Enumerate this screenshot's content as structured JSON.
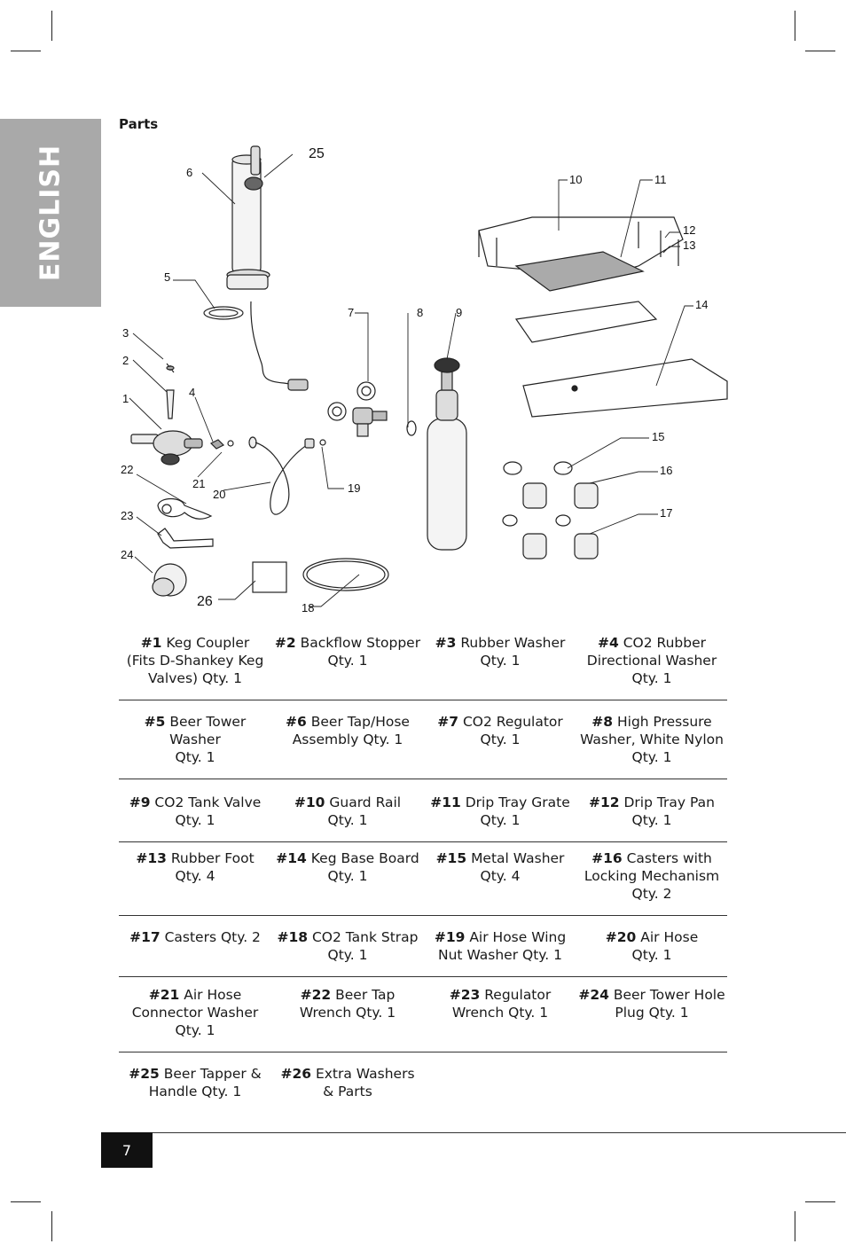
{
  "side_tab": "ENGLISH",
  "section_title": "Parts",
  "callouts": [
    "25",
    "6",
    "5",
    "3",
    "2",
    "1",
    "4",
    "7",
    "8",
    "9",
    "22",
    "21",
    "20",
    "19",
    "23",
    "24",
    "26",
    "18",
    "10",
    "11",
    "12",
    "13",
    "14",
    "15",
    "16",
    "17"
  ],
  "parts": [
    [
      {
        "num": "#1",
        "name": "Keg Coupler",
        "rest": "(Fits D-Shankey Keg Valves) Qty. 1"
      },
      {
        "num": "#2",
        "name": "Backflow Stopper",
        "rest": "Qty. 1"
      },
      {
        "num": "#3",
        "name": "Rubber Washer",
        "rest": "Qty. 1"
      },
      {
        "num": "#4",
        "name": "CO2 Rubber",
        "rest": "Directional Washer Qty. 1"
      }
    ],
    [
      {
        "num": "#5",
        "name": "Beer Tower Washer",
        "rest": "Qty. 1"
      },
      {
        "num": "#6",
        "name": "Beer Tap/Hose",
        "rest": "Assembly Qty. 1"
      },
      {
        "num": "#7",
        "name": "CO2 Regulator",
        "rest": "Qty. 1"
      },
      {
        "num": "#8",
        "name": "High Pressure",
        "rest": "Washer, White Nylon Qty. 1"
      }
    ],
    [
      {
        "num": "#9",
        "name": "CO2 Tank Valve",
        "rest": "Qty. 1"
      },
      {
        "num": "#10",
        "name": "Guard Rail",
        "rest": "Qty. 1"
      },
      {
        "num": "#11",
        "name": "Drip Tray Grate",
        "rest": "Qty. 1"
      },
      {
        "num": "#12",
        "name": "Drip Tray Pan",
        "rest": "Qty. 1"
      }
    ],
    [
      {
        "num": "#13",
        "name": "Rubber Foot",
        "rest": "Qty. 4"
      },
      {
        "num": "#14",
        "name": "Keg Base Board",
        "rest": "Qty. 1"
      },
      {
        "num": "#15",
        "name": "Metal Washer",
        "rest": "Qty. 4"
      },
      {
        "num": "#16",
        "name": "Casters with",
        "rest": "Locking Mechanism Qty. 2"
      }
    ],
    [
      {
        "num": "#17",
        "name": "Casters Qty. 2",
        "rest": ""
      },
      {
        "num": "#18",
        "name": "CO2 Tank Strap",
        "rest": "Qty. 1"
      },
      {
        "num": "#19",
        "name": "Air Hose Wing",
        "rest": "Nut Washer Qty. 1"
      },
      {
        "num": "#20",
        "name": "Air Hose",
        "rest": "Qty. 1"
      }
    ],
    [
      {
        "num": "#21",
        "name": "Air Hose",
        "rest": "Connector Washer Qty. 1"
      },
      {
        "num": "#22",
        "name": "Beer Tap",
        "rest": "Wrench Qty. 1"
      },
      {
        "num": "#23",
        "name": "Regulator",
        "rest": "Wrench Qty. 1"
      },
      {
        "num": "#24",
        "name": "Beer Tower Hole",
        "rest": "Plug Qty. 1"
      }
    ],
    [
      {
        "num": "#25",
        "name": "Beer Tapper &",
        "rest": "Handle Qty. 1"
      },
      {
        "num": "#26",
        "name": "Extra Washers",
        "rest": "& Parts"
      },
      {
        "num": "",
        "name": "",
        "rest": ""
      },
      {
        "num": "",
        "name": "",
        "rest": ""
      }
    ]
  ],
  "page_number": "7"
}
